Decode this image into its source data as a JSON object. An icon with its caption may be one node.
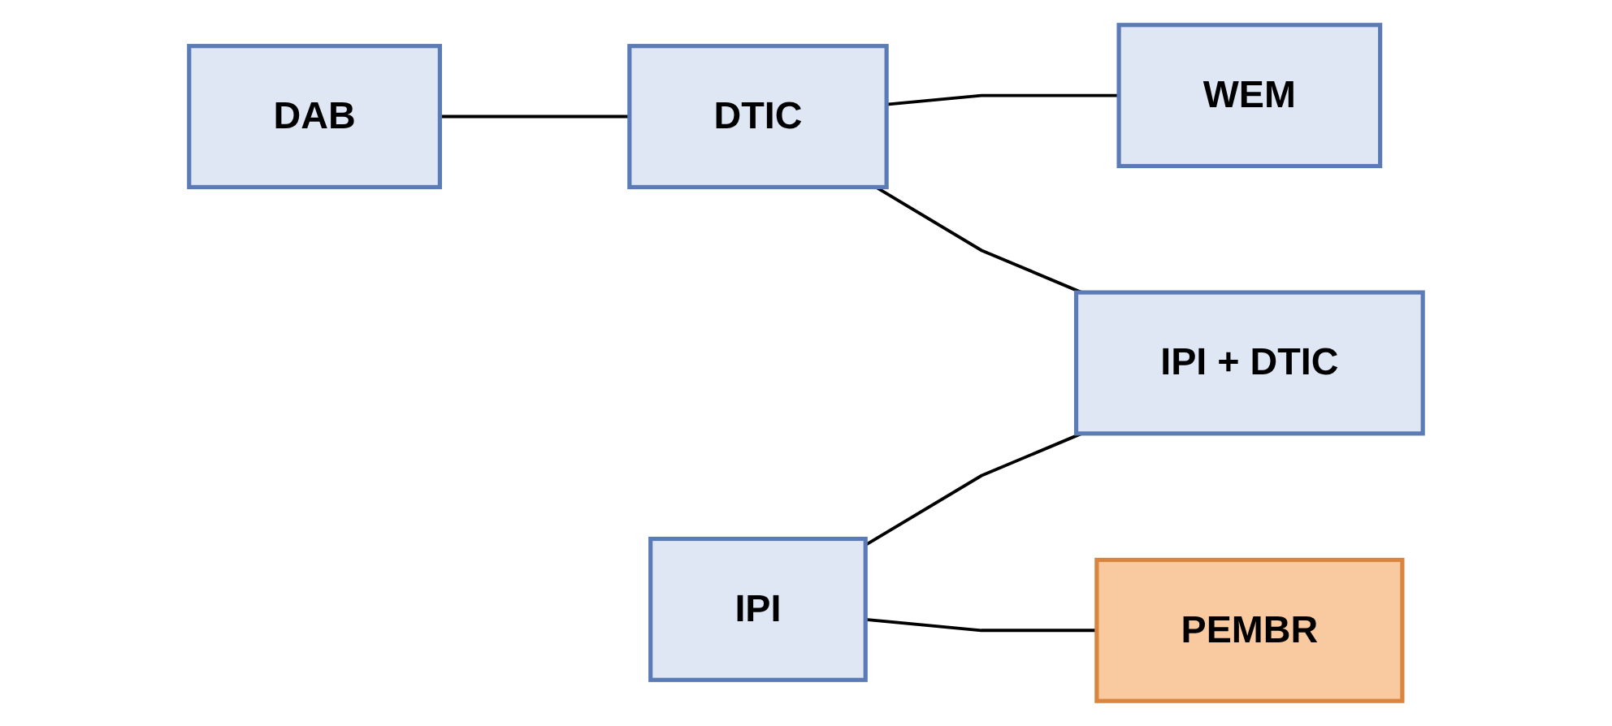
{
  "diagram": {
    "nodes": [
      {
        "text": [
          "WEM"
        ]
      },
      {
        "text": [
          "IPI + DTIC"
        ]
      },
      {
        "text": [
          "DTIC"
        ]
      },
      {
        "text": [
          "PEMBR"
        ]
      },
      {
        "text": [
          "IPI"
        ]
      },
      {
        "text": [
          "DAB"
        ]
      }
    ],
    "edges": [
      {
        "from": 0,
        "to": 2,
        "arrow": "none"
      },
      {
        "from": 1,
        "to": 2,
        "arrow": "none"
      },
      {
        "from": 1,
        "to": 4,
        "arrow": "none"
      },
      {
        "from": 3,
        "to": 4,
        "arrow": "none"
      },
      {
        "from": 2,
        "to": 5,
        "arrow": "none"
      }
    ]
  }
}
